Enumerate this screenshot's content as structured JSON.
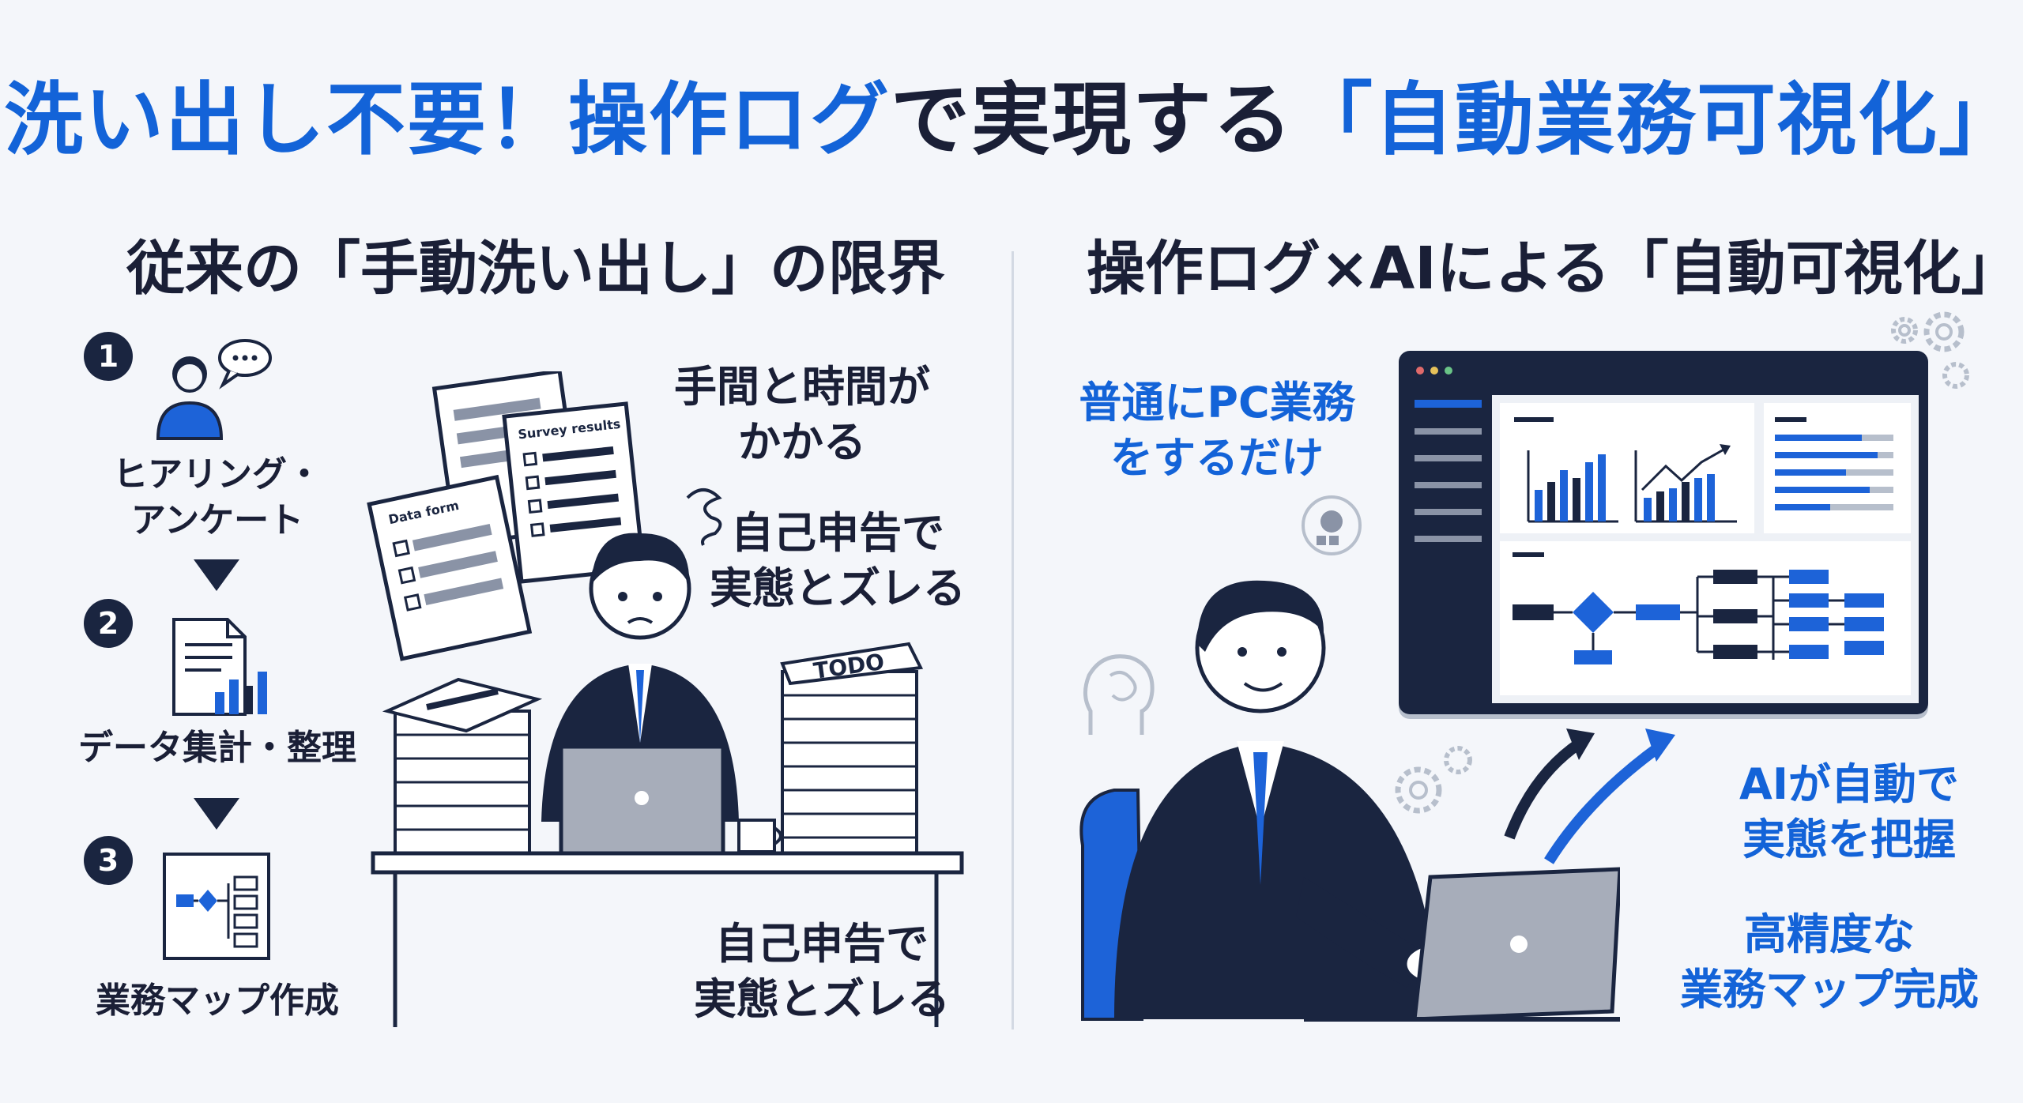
{
  "header": {
    "title_part1": "洗い出し不要！操作ログ",
    "title_part2": "で実現する",
    "title_part3": "「自動業務可視化」"
  },
  "left": {
    "subtitle": "従来の「手動洗い出し」の限界",
    "steps": [
      {
        "num": "1",
        "label_line1": "ヒアリング・",
        "label_line2": "アンケート"
      },
      {
        "num": "2",
        "label_line1": "データ集計・整理",
        "label_line2": ""
      },
      {
        "num": "3",
        "label_line1": "業務マップ作成",
        "label_line2": ""
      }
    ],
    "callouts": {
      "time_line1": "手間と時間が",
      "time_line2": "かかる",
      "gap_line1": "自己申告で",
      "gap_line2": "実態とズレる",
      "gap2_line1": "自己申告で",
      "gap2_line2": "実態とズレる"
    },
    "paper_labels": {
      "survey": "Survey results",
      "data_form": "Data form",
      "todo": "TODO"
    }
  },
  "right": {
    "subtitle": "操作ログ×AIによる「自動可視化」",
    "callouts": {
      "normal_line1": "普通にPC業務",
      "normal_line2": "をするだけ",
      "ai_line1": "AIが自動で",
      "ai_line2": "実態を把握",
      "map_line1": "高精度な",
      "map_line2": "業務マップ完成"
    }
  },
  "colors": {
    "accent": "#1363d8",
    "navy": "#1a2540",
    "background": "#f4f6fa"
  }
}
